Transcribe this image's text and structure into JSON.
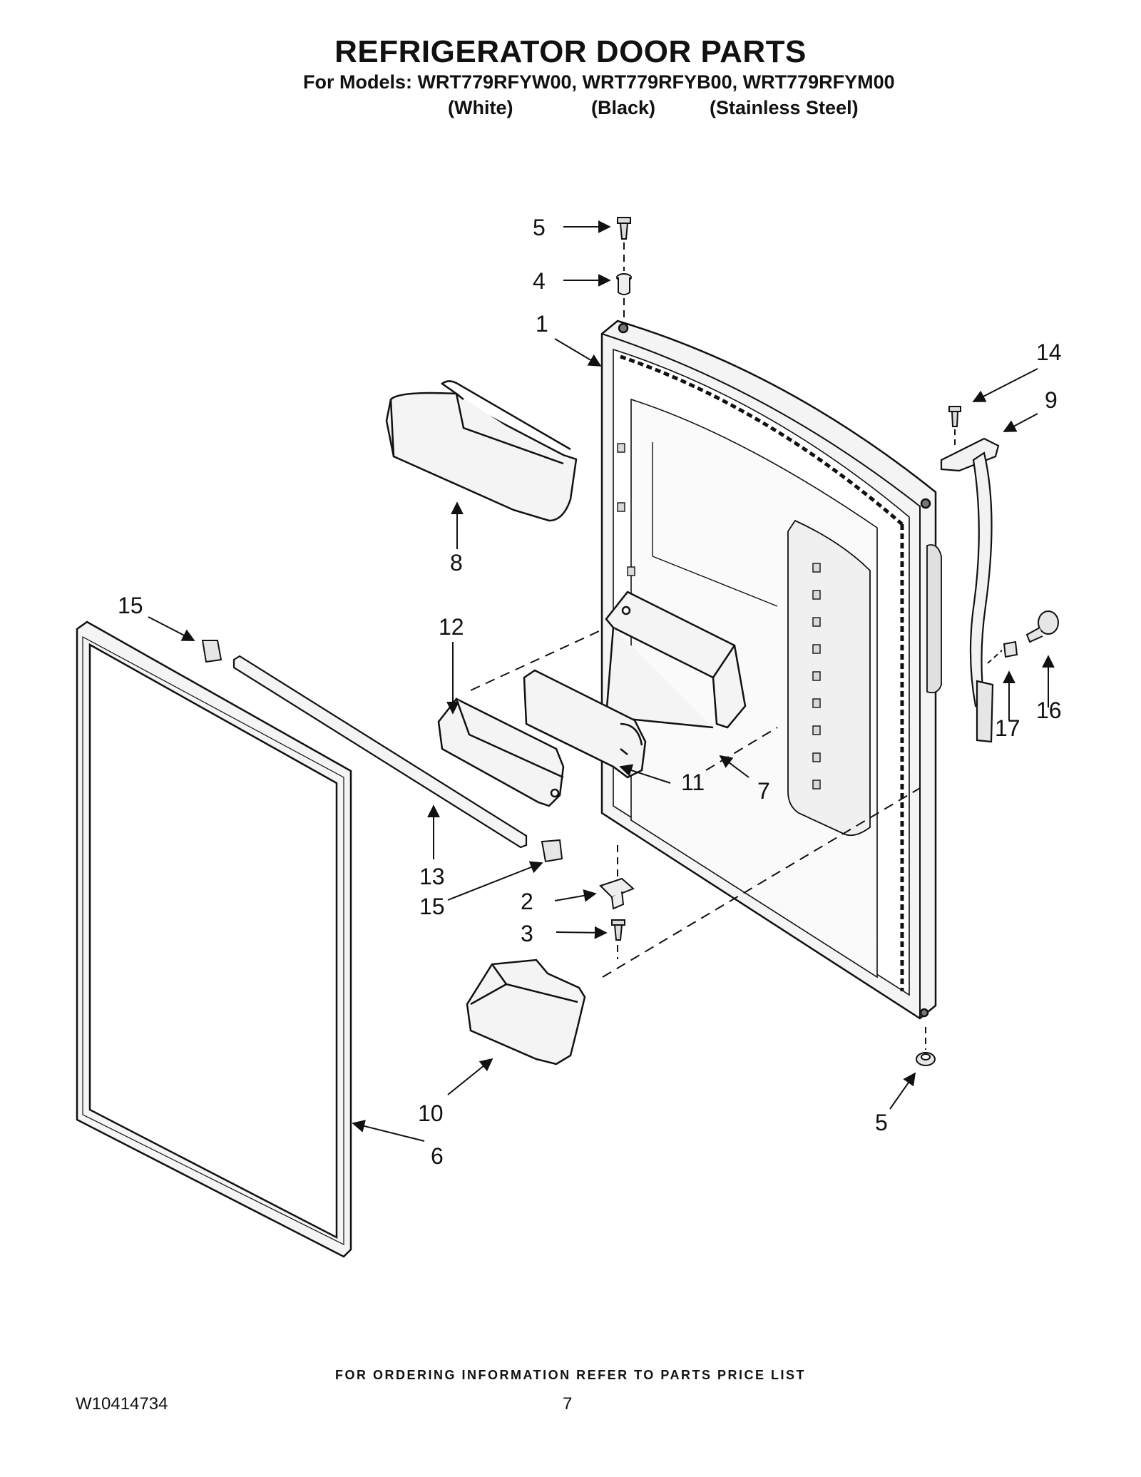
{
  "header": {
    "title": "REFRIGERATOR DOOR PARTS",
    "models": "For Models: WRT779RFYW00, WRT779RFYB00, WRT779RFYM00",
    "variants": [
      "(White)",
      "(Black)",
      "(Stainless Steel)"
    ]
  },
  "callouts": [
    "5",
    "4",
    "1",
    "14",
    "9",
    "8",
    "15",
    "12",
    "16",
    "17",
    "11",
    "7",
    "13",
    "15",
    "2",
    "3",
    "10",
    "5",
    "6"
  ],
  "footer": {
    "note": "FOR ORDERING INFORMATION REFER TO PARTS PRICE LIST",
    "doc_number": "W10414734",
    "page_number": "7"
  },
  "colors": {
    "ink": "#111111",
    "part_fill": "#f4f4f4",
    "part_shade": "#d9d9d9"
  }
}
